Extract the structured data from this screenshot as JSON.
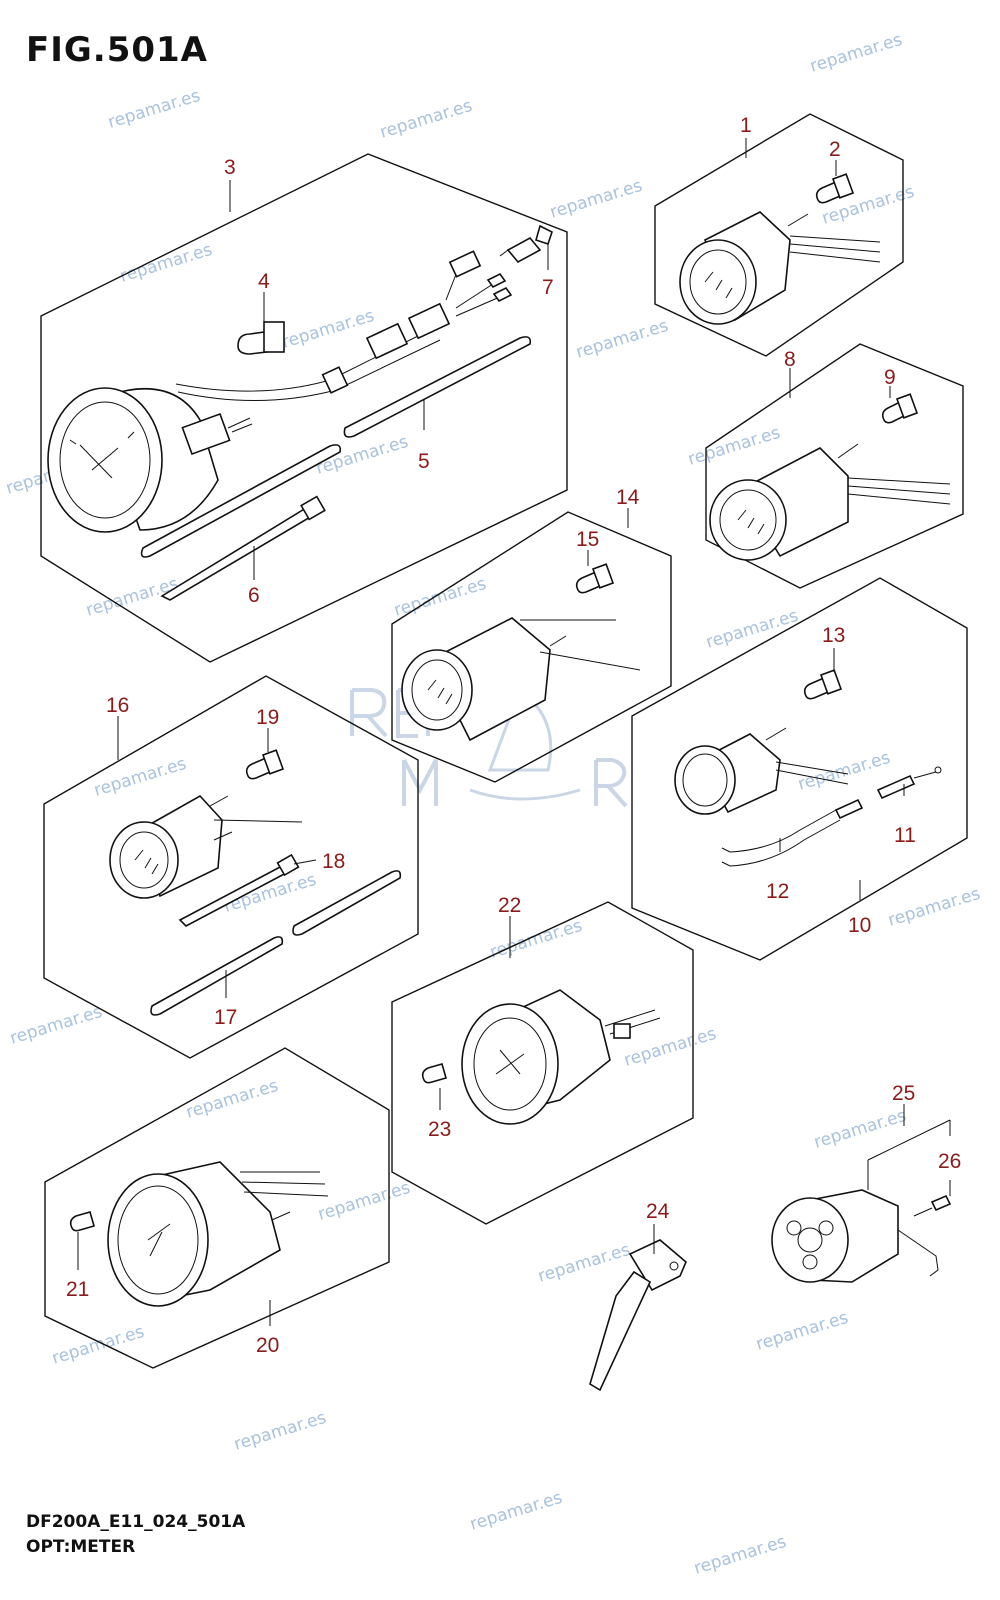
{
  "figure": {
    "title": "FIG.501A",
    "code": "DF200A_E11_024_501A",
    "section": "OPT:METER"
  },
  "watermark": {
    "text": "repamar.es"
  },
  "logo": {
    "text": "REPMAR"
  },
  "callouts": [
    "1",
    "2",
    "3",
    "4",
    "5",
    "6",
    "7",
    "8",
    "9",
    "10",
    "11",
    "12",
    "13",
    "14",
    "15",
    "16",
    "17",
    "18",
    "19",
    "20",
    "21",
    "22",
    "23",
    "24",
    "25",
    "26"
  ],
  "colors": {
    "callout": "#8b1a1a",
    "watermark": "#a9c2dd",
    "lineart": "#111111"
  }
}
